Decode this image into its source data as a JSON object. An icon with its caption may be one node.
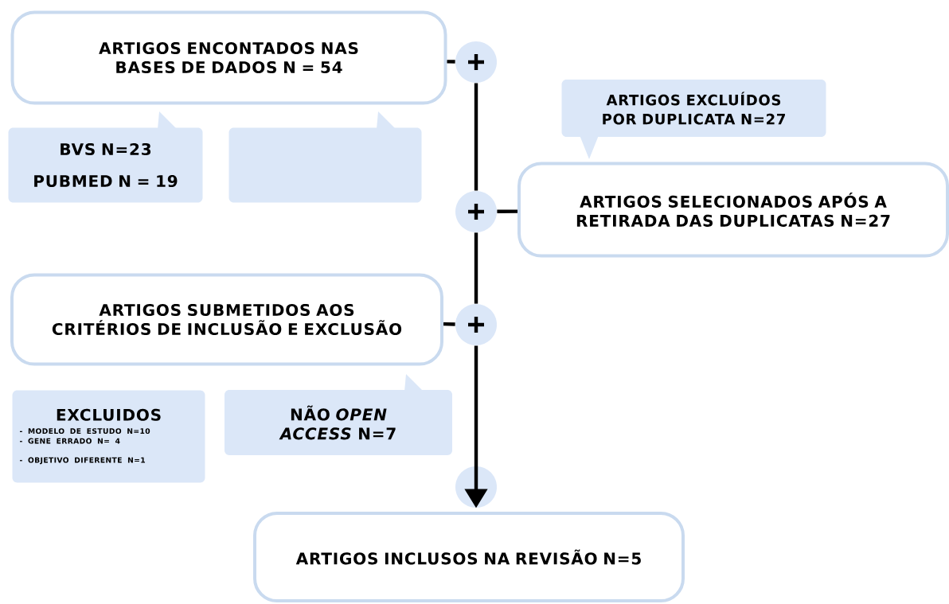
{
  "diagram": {
    "nodes": [
      {
        "text": [
          "ARTIGOS ENCONTADOS NAS BASES DE DADOS N = 54"
        ]
      },
      {
        "text": [
          "BVS N=23",
          "PUBMED N = 19"
        ]
      },
      {
        "text": [],
        "shape": "box"
      },
      {
        "text": [],
        "shape": "circle"
      },
      {
        "text": [
          "ARTIGOS EXCLUÍDOS POR DUPLICATA N=27"
        ]
      },
      {
        "text": [
          "ARTIGOS SELECIONADOS APÓS A RETIRADA DAS DUPLICATAS N=27"
        ]
      },
      {
        "text": [],
        "shape": "circle"
      },
      {
        "text": [
          "ARTIGOS SUBMETIDOS AOS CRITÉRIOS DE INCLUSÃO E EXCLUSÃO"
        ]
      },
      {
        "text": [],
        "shape": "circle"
      },
      {
        "text": [
          "EXCLUIDOS",
          "- MODELO DE ESTUDO N=10",
          "- GENE ERRADO N= 4",
          "- OBJETIVO DIFERENTE N=1"
        ]
      },
      {
        "text": [
          "NÃO *OPEN ACCESS* N=7"
        ]
      },
      {
        "text": [],
        "shape": "circle"
      },
      {
        "text": [
          "ARTIGOS INCLUSOS NA REVISÃO N=5"
        ]
      }
    ],
    "edges": [
      {
        "from": 0,
        "to": 3,
        "arrow": "none"
      },
      {
        "from": 3,
        "to": 6,
        "arrow": "none"
      },
      {
        "from": 6,
        "to": 5,
        "arrow": "none"
      },
      {
        "from": 6,
        "to": 8,
        "arrow": "none"
      },
      {
        "from": 7,
        "to": 8,
        "arrow": "none"
      },
      {
        "from": 8,
        "to": 11,
        "arrow": "to"
      }
    ]
  }
}
